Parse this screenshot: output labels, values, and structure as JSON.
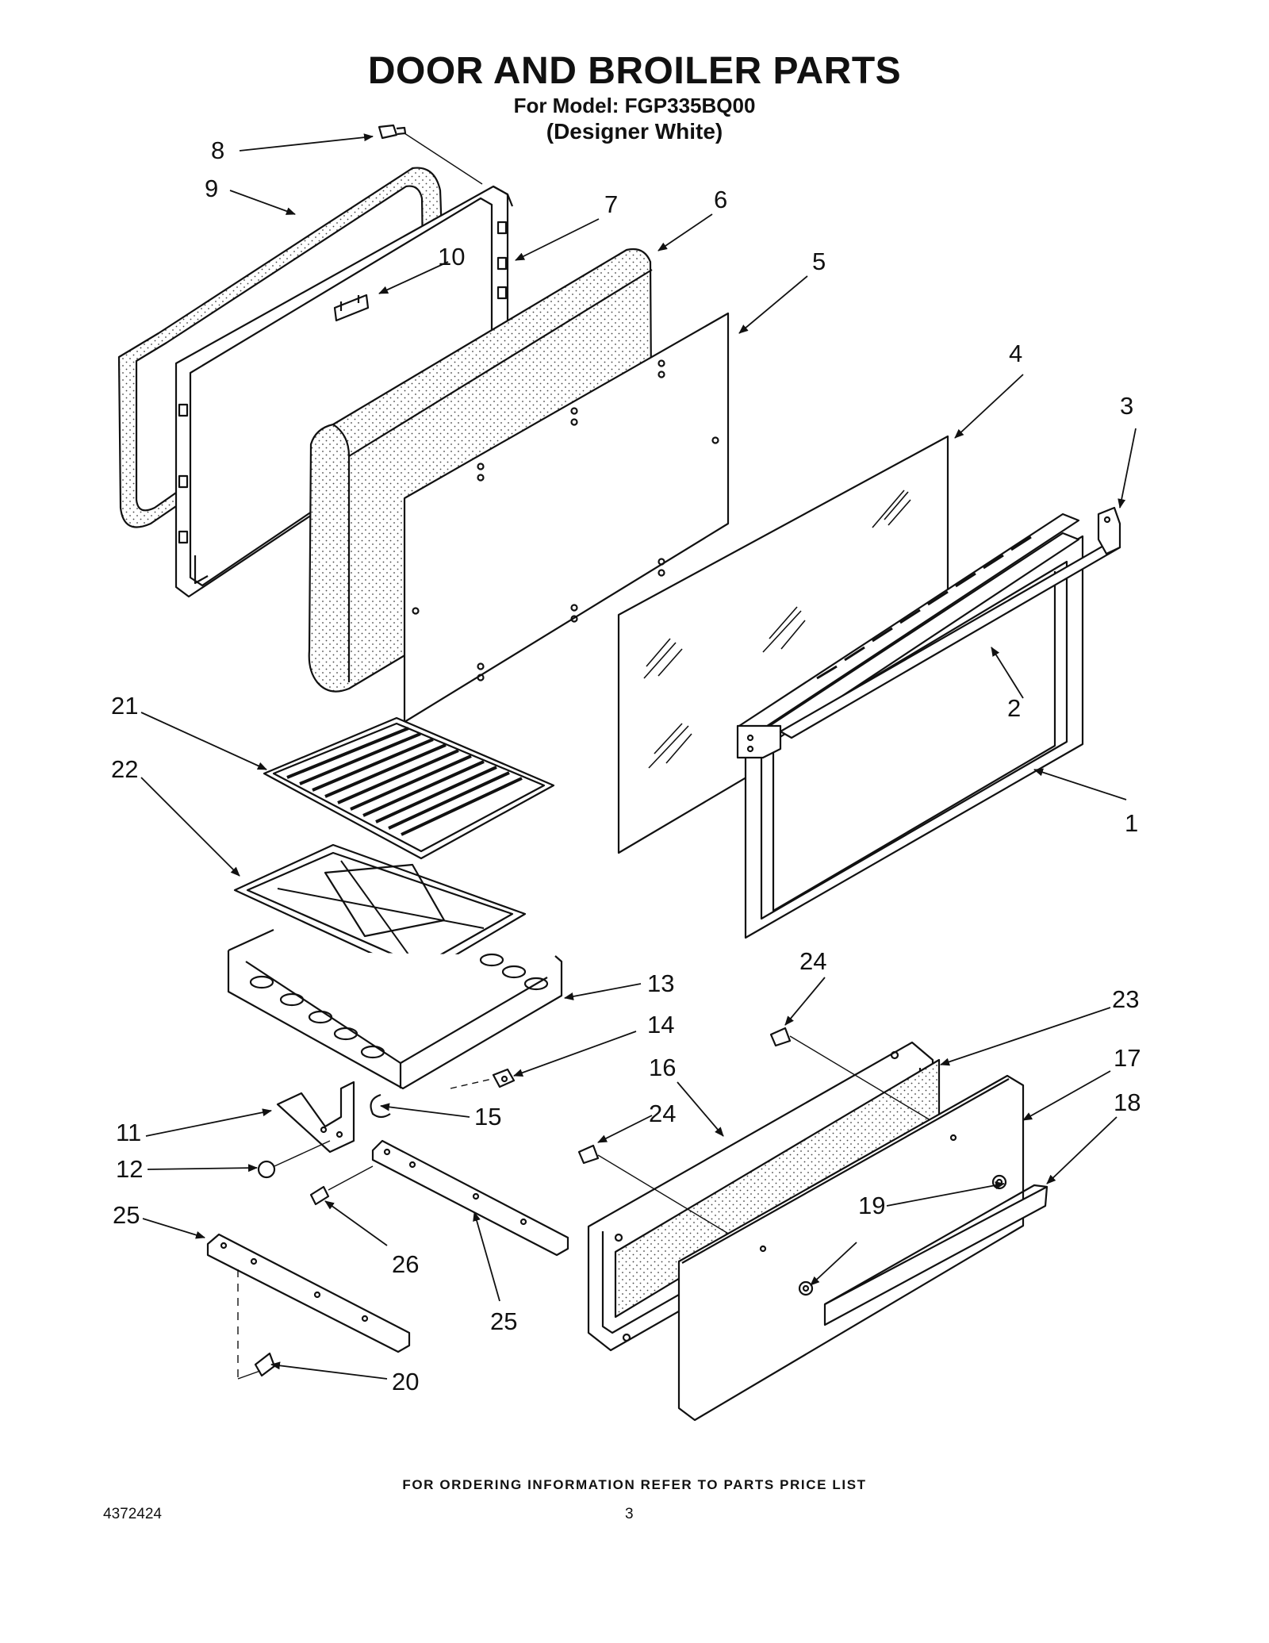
{
  "header": {
    "title": "DOOR AND BROILER PARTS",
    "model_line": "For Model: FGP335BQ00",
    "color_line": "(Designer White)"
  },
  "callouts": [
    {
      "id": "c1",
      "label": "1"
    },
    {
      "id": "c2",
      "label": "2"
    },
    {
      "id": "c3",
      "label": "3"
    },
    {
      "id": "c4",
      "label": "4"
    },
    {
      "id": "c5",
      "label": "5"
    },
    {
      "id": "c6",
      "label": "6"
    },
    {
      "id": "c7",
      "label": "7"
    },
    {
      "id": "c8",
      "label": "8"
    },
    {
      "id": "c9",
      "label": "9"
    },
    {
      "id": "c10",
      "label": "10"
    },
    {
      "id": "c11",
      "label": "11"
    },
    {
      "id": "c12",
      "label": "12"
    },
    {
      "id": "c13",
      "label": "13"
    },
    {
      "id": "c14",
      "label": "14"
    },
    {
      "id": "c15",
      "label": "15"
    },
    {
      "id": "c16",
      "label": "16"
    },
    {
      "id": "c17",
      "label": "17"
    },
    {
      "id": "c18",
      "label": "18"
    },
    {
      "id": "c19",
      "label": "19"
    },
    {
      "id": "c20",
      "label": "20"
    },
    {
      "id": "c21",
      "label": "21"
    },
    {
      "id": "c22",
      "label": "22"
    },
    {
      "id": "c23",
      "label": "23"
    },
    {
      "id": "c24a",
      "label": "24"
    },
    {
      "id": "c24b",
      "label": "24"
    },
    {
      "id": "c25a",
      "label": "25"
    },
    {
      "id": "c25b",
      "label": "25"
    },
    {
      "id": "c26",
      "label": "26"
    }
  ],
  "footer": {
    "ordering_note": "FOR ORDERING INFORMATION REFER TO PARTS PRICE LIST",
    "document_number": "4372424",
    "page_number": "3"
  }
}
